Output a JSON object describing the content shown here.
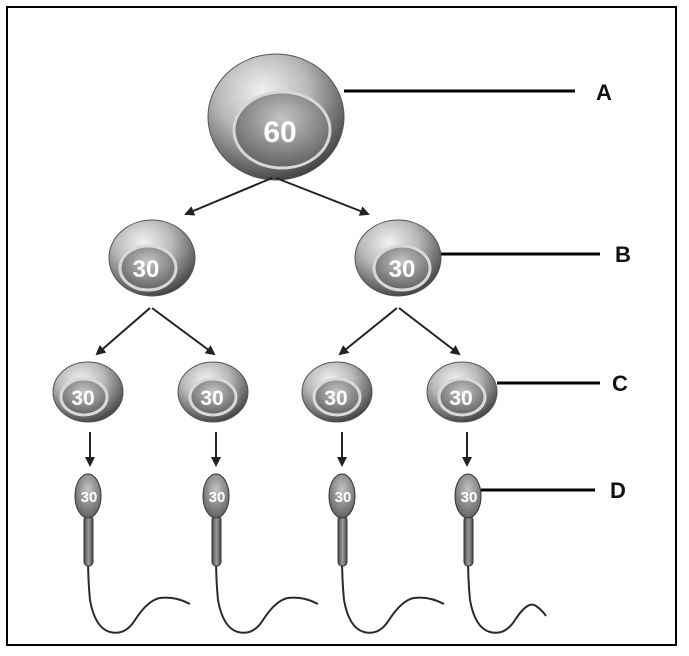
{
  "labels": {
    "a": "A",
    "b": "B",
    "c": "C",
    "d": "D"
  },
  "cells": {
    "primary": "60",
    "secondary": [
      "30",
      "30"
    ],
    "spermatids": [
      "30",
      "30",
      "30",
      "30"
    ],
    "sperm": [
      "30",
      "30",
      "30",
      "30"
    ]
  },
  "colors": {
    "outline": "#000000",
    "cell_dark": "#3a3a3a",
    "cell_light": "#e2e2e2",
    "nucleus": "#8a8a8a",
    "sperm_body": "#6a6a6a"
  }
}
